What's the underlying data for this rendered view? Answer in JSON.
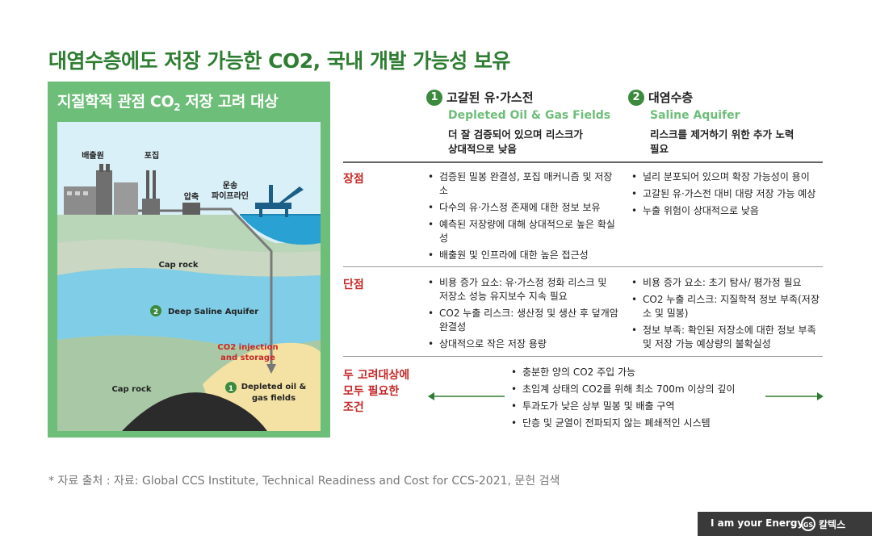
{
  "title": "대염수층에도 저장 가능한 CO2, 국내 개발 가능성 보유",
  "panel": {
    "title_prefix": "지질학적 관점 CO",
    "title_sub": "2",
    "title_suffix": " 저장 고려 대상",
    "labels": {
      "emission": "배출원",
      "capture": "포집",
      "compress": "압축",
      "transport_1": "운송",
      "transport_2": "파이프라인",
      "cap_rock_top": "Cap rock",
      "saline_num": "2",
      "saline": "Deep Saline Aquifer",
      "injection_1": "CO2 injection",
      "injection_2": "and storage",
      "cap_rock_bottom": "Cap rock",
      "depleted_num": "1",
      "depleted_1": "Depleted oil &",
      "depleted_2": "gas fields"
    }
  },
  "columns": [
    {
      "num": "1",
      "title_ko": "고갈된 유·가스전",
      "title_en": "Depleted Oil & Gas Fields",
      "desc_1": "더 잘 검증되어 있으며 리스크가",
      "desc_2": "상대적으로 낮음"
    },
    {
      "num": "2",
      "title_ko": "대염수층",
      "title_en": "Saline Aquifer",
      "desc_1": "리스크를 제거하기 위한 추가 노력",
      "desc_2": "필요"
    }
  ],
  "rows": {
    "pros": {
      "label": "장점",
      "col1": [
        "검증된 밀봉 완결성, 포집 매커니즘 및 저장소",
        "다수의 유·가스정 존재에 대한 정보 보유",
        "예측된 저장량에 대해 상대적으로 높은 확실성",
        "배출원 및 인프라에 대한 높은 접근성"
      ],
      "col2": [
        "널리 분포되어 있으며 확장 가능성이 용이",
        "고갈된 유·가스전 대비 대량 저장 가능 예상",
        "누출 위험이 상대적으로 낮음"
      ]
    },
    "cons": {
      "label": "단점",
      "col1": [
        "비용 증가 요소: 유·가스정 정화 리스크 및 저장소 성능 유지보수 지속 필요",
        "CO2 누출 리스크: 생산정 및 생산 후 덮개암 완결성",
        "상대적으로 작은 저장 용량"
      ],
      "col2": [
        "비용 증가 요소: 초기 탐사/ 평가정 필요",
        "CO2 누출 리스크: 지질학적 정보 부족(저장소 및 밀봉)",
        "정보 부족: 확인된 저장소에 대한 정보 부족 및 저장 가능 예상량의 불확실성"
      ]
    },
    "common": {
      "label_1": "두 고려대상에",
      "label_2": "모두 필요한",
      "label_3": "조건",
      "items": [
        "충분한 양의 CO2 주입 가능",
        "초임계 상태의 CO2를 위해 최소 700m 이상의 깊이",
        "투과도가 낮은 상부 밀봉 및 배출 구역",
        "단층 및 균열이 전파되지 않는 폐쇄적인 시스템"
      ]
    }
  },
  "source": "* 자료 출처 : 자료: Global CCS Institute, Technical Readiness and Cost for CCS-2021, 문헌 검색",
  "footer": {
    "slogan": "I am your Energy",
    "brand": "칼텍스",
    "logo_text": "GS"
  },
  "colors": {
    "accent_green": "#2e7d32",
    "panel_green": "#6dbe78",
    "badge_green": "#3b8a3e",
    "label_red": "#c62828"
  }
}
